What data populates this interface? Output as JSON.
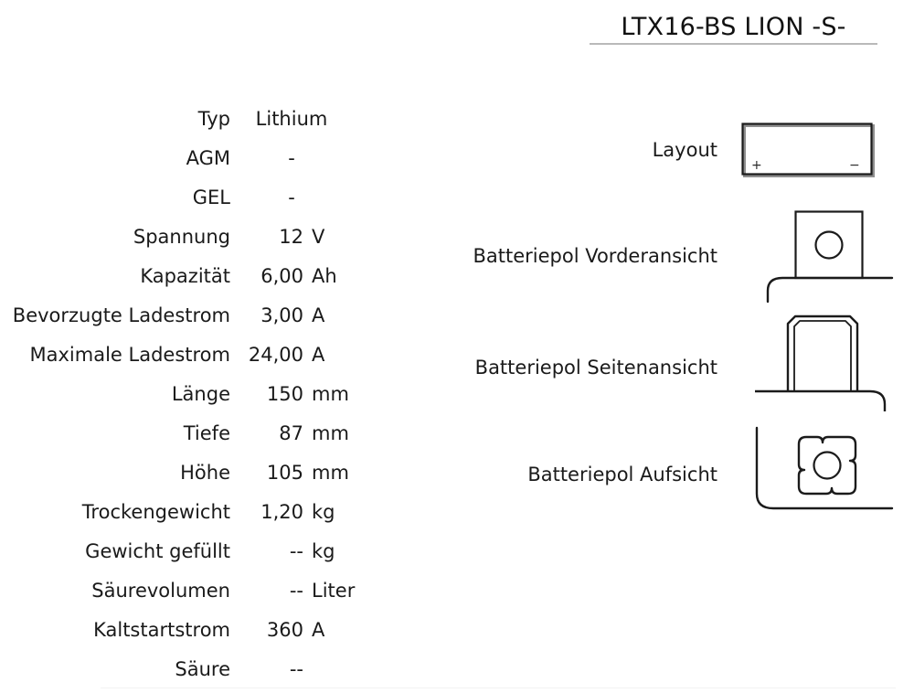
{
  "document": {
    "title": "LTX16-BS LION -S-"
  },
  "specs": {
    "rows": [
      {
        "label": "Typ",
        "value": "Lithium",
        "unit": "",
        "wide": true
      },
      {
        "label": "AGM",
        "value": "-",
        "unit": "",
        "wide": true
      },
      {
        "label": "GEL",
        "value": "-",
        "unit": "",
        "wide": true
      },
      {
        "label": "Spannung",
        "value": "12",
        "unit": "V",
        "wide": false
      },
      {
        "label": "Kapazität",
        "value": "6,00",
        "unit": "Ah",
        "wide": false
      },
      {
        "label": "Bevorzugte Ladestrom",
        "value": "3,00",
        "unit": "A",
        "wide": false
      },
      {
        "label": "Maximale Ladestrom",
        "value": "24,00",
        "unit": "A",
        "wide": false
      },
      {
        "label": "Länge",
        "value": "150",
        "unit": "mm",
        "wide": false
      },
      {
        "label": "Tiefe",
        "value": "87",
        "unit": "mm",
        "wide": false
      },
      {
        "label": "Höhe",
        "value": "105",
        "unit": "mm",
        "wide": false
      },
      {
        "label": "Trockengewicht",
        "value": "1,20",
        "unit": "kg",
        "wide": false
      },
      {
        "label": "Gewicht gefüllt",
        "value": "--",
        "unit": "kg",
        "wide": false
      },
      {
        "label": "Säurevolumen",
        "value": "--",
        "unit": "Liter",
        "wide": false
      },
      {
        "label": "Kaltstartstrom",
        "value": "360",
        "unit": "A",
        "wide": false
      },
      {
        "label": "Säure",
        "value": "--",
        "unit": "",
        "wide": false
      }
    ]
  },
  "diagrams": {
    "layout": {
      "label": "Layout",
      "positive_marker": "+",
      "negative_marker": "−"
    },
    "terminal_front": {
      "label": "Batteriepol Vorderansicht"
    },
    "terminal_side": {
      "label": "Batteriepol Seitenansicht"
    },
    "terminal_top": {
      "label": "Batteriepol Aufsicht"
    }
  },
  "colors": {
    "line_dark": "#1b1b1b",
    "line_grey": "#8f8f8f",
    "text": "#1a1a1a",
    "underline": "#b9b9b9",
    "background": "#ffffff"
  }
}
